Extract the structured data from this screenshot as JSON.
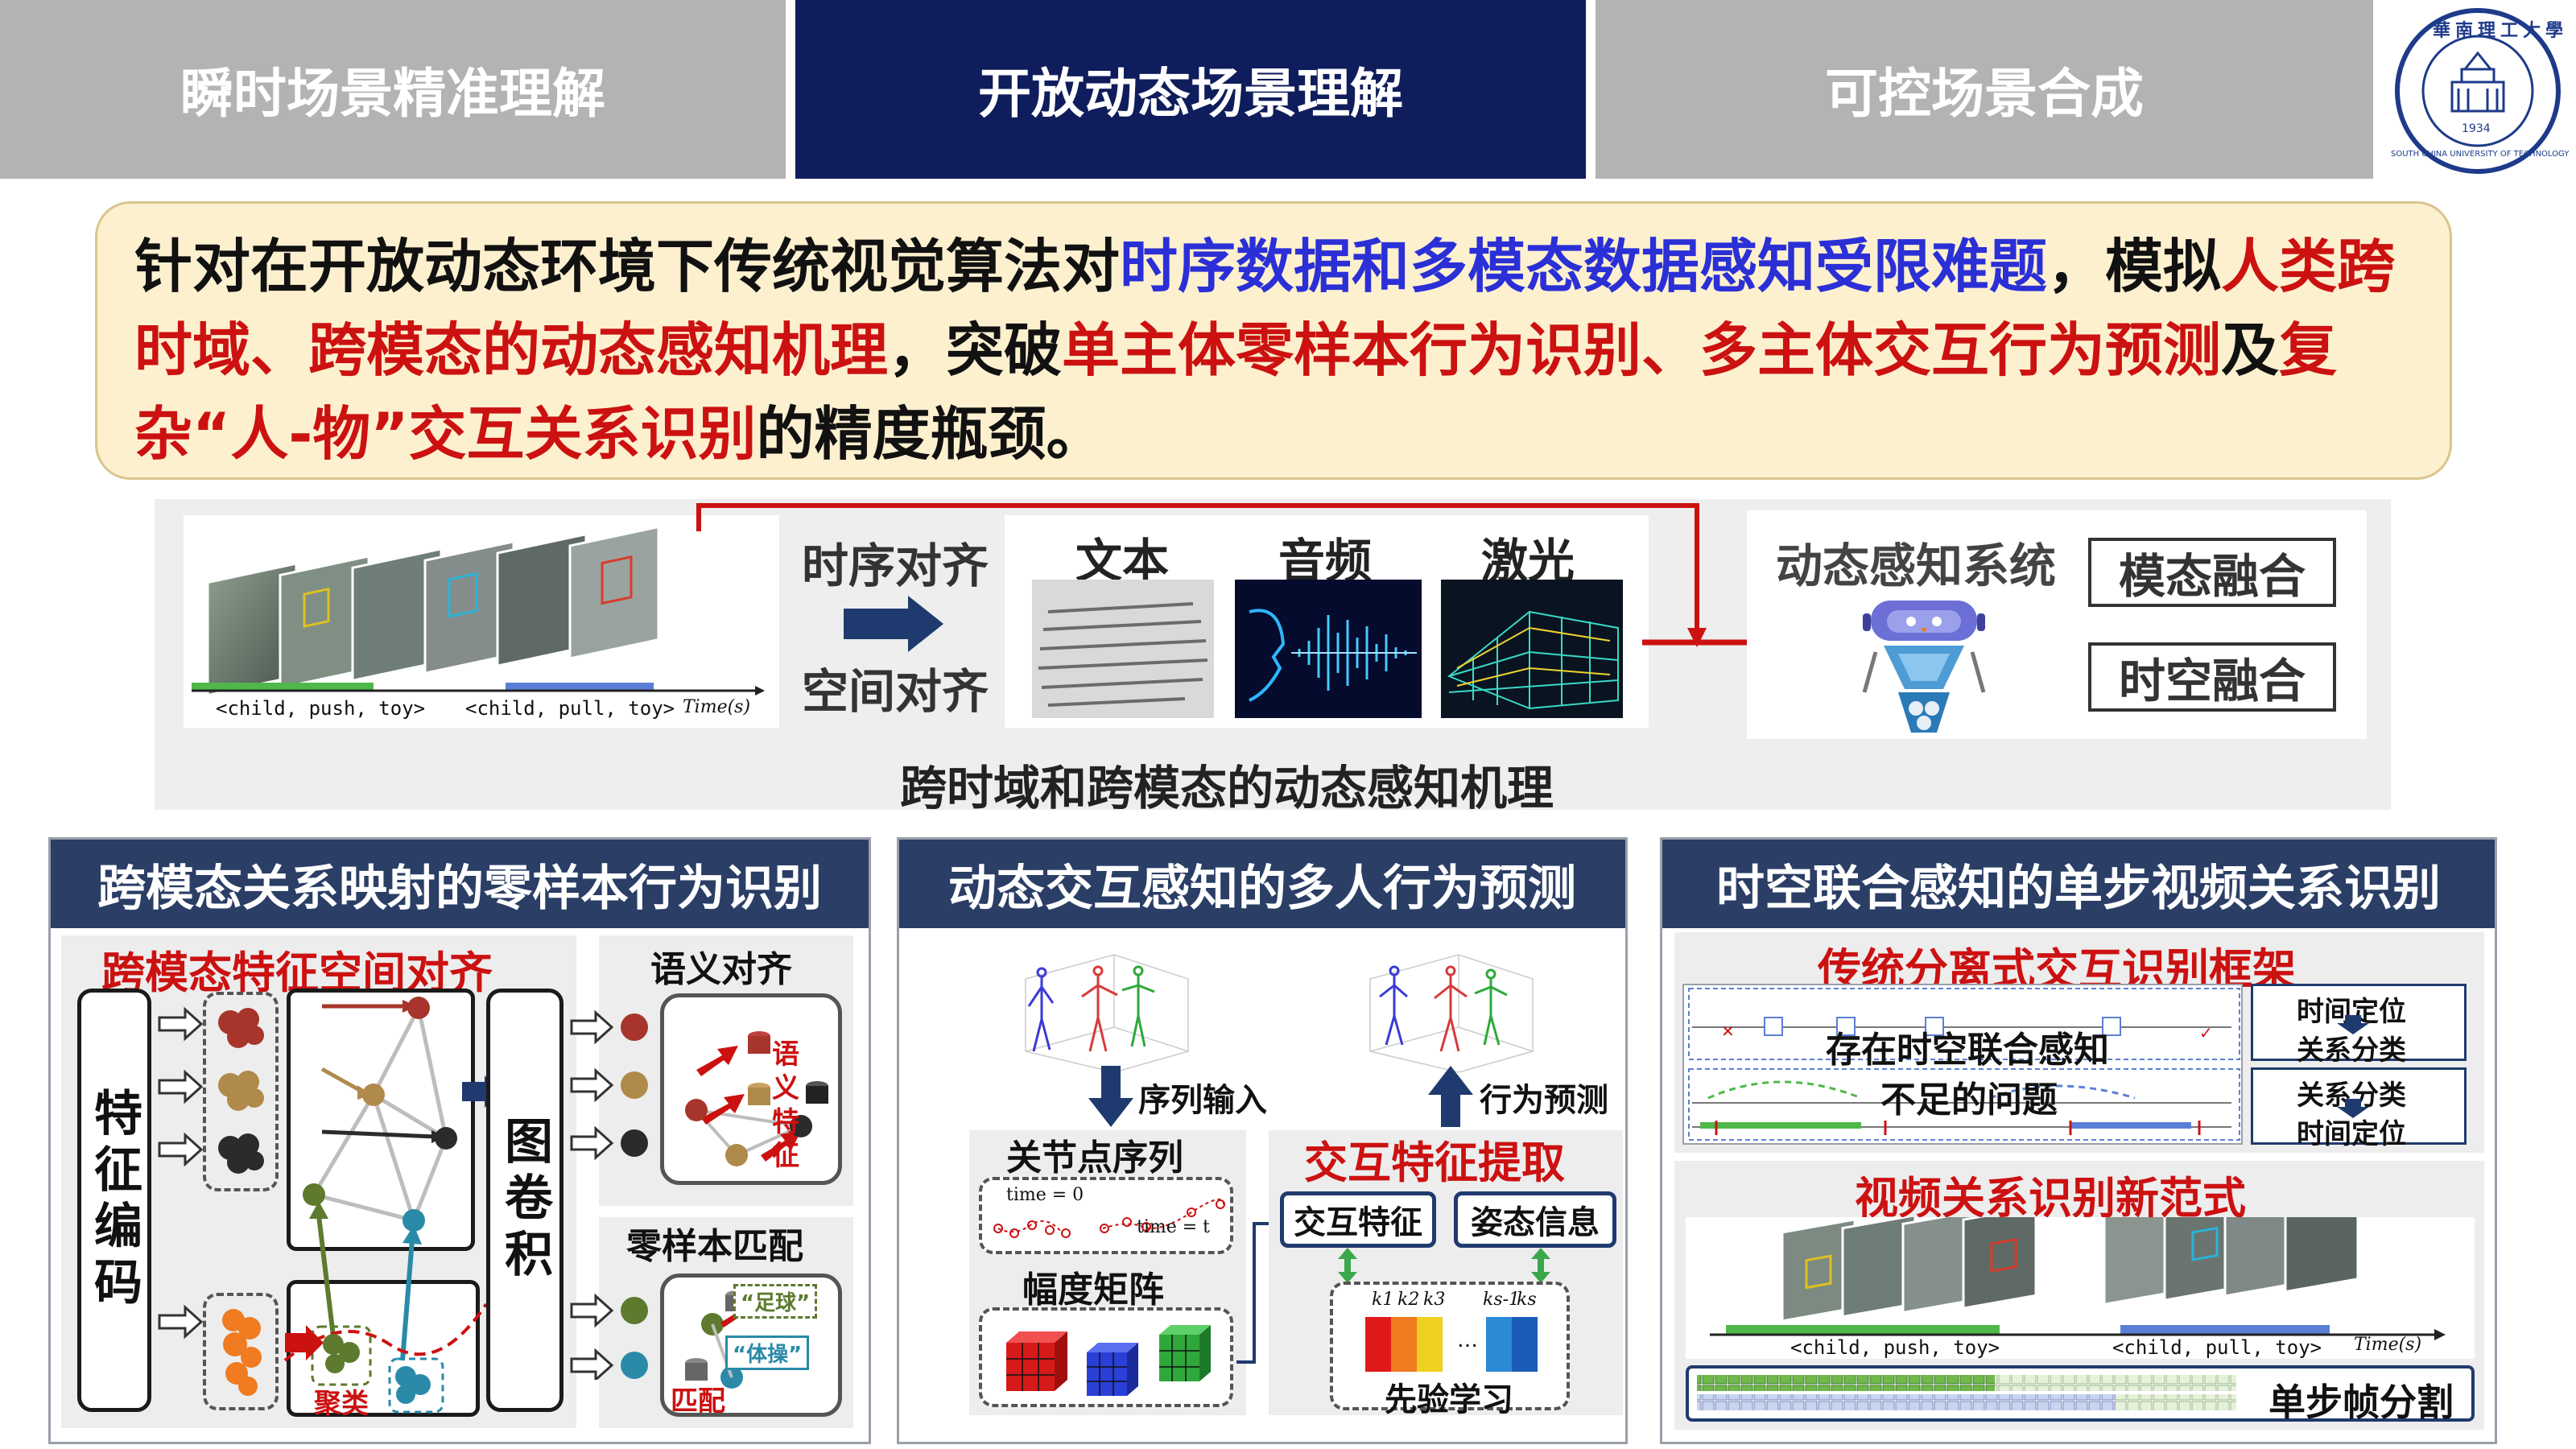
{
  "tabs": [
    {
      "label": "瞬时场景精准理解",
      "active": false
    },
    {
      "label": "开放动态场景理解",
      "active": true
    },
    {
      "label": "可控场景合成",
      "active": false
    }
  ],
  "logo": {
    "text": "SOUTH CHINA UNIVERSITY OF TECHNOLOGY",
    "year": "1934",
    "name_cn": "華南理工大學"
  },
  "intro": {
    "p1": "针对在开放动态环境下传统视觉算法对",
    "p2": "时序数据和多模态数据感知受限难题",
    "p3": "，模拟",
    "p4": "人类跨时域、跨模态的动态感知机理",
    "p5": "，突破",
    "p6": "单主体零样本行为识别、多主体交互行为预测",
    "p7": "及",
    "p8": "复杂“人-物”交互关系识别",
    "p9": "的精度瓶颈。"
  },
  "mechanism": {
    "caption": "跨时域和跨模态的动态感知机理",
    "timeline_label_1": "<child, push, toy>",
    "timeline_label_2": "<child, pull, toy>",
    "time_axis": "Time(s)",
    "temporal_align": "时序对齐",
    "spatial_align": "空间对齐",
    "modal_text": "文本",
    "modal_audio": "音频",
    "modal_laser": "激光",
    "system_title": "动态感知系统",
    "fusion_modal": "模态融合",
    "fusion_spatiotemporal": "时空融合"
  },
  "panel1": {
    "title": "跨模态关系映射的零样本行为识别",
    "sub": "跨模态特征空间对齐",
    "feature_encode": "特征编码",
    "graph_conv": "图卷积",
    "semantic_align": "语义对齐",
    "semantic_feature": "语义特征",
    "cluster": "聚类",
    "zero_shot": "零样本匹配",
    "match": "匹配",
    "football": "“足球”",
    "gym": "“体操”"
  },
  "panel2": {
    "title": "动态交互感知的多人行为预测",
    "seq_input": "序列输入",
    "action_pred": "行为预测",
    "joint_seq": "关节点序列",
    "time0": "time = 0",
    "timet": "time = t",
    "amp_matrix": "幅度矩阵",
    "interaction_extract": "交互特征提取",
    "interaction_feature": "交互特征",
    "pose_info": "姿态信息",
    "prior_learn": "先验学习",
    "k_labels": [
      "k1",
      "k2",
      "k3",
      "…",
      "ks-1",
      "ks"
    ]
  },
  "panel3": {
    "title": "时空联合感知的单步视频关系识别",
    "traditional": "传统分离式交互识别框架",
    "problem_1": "存在时空联合感知",
    "problem_2": "不足的问题",
    "loc_1": "时间定位",
    "cls_1": "关系分类",
    "cls_2": "关系分类",
    "loc_2": "时间定位",
    "new_paradigm": "视频关系识别新范式",
    "label_1": "<child, push, toy>",
    "label_2": "<child, pull, toy>",
    "time_axis": "Time(s)",
    "single_step": "单步帧分割"
  },
  "colors": {
    "tab_active": "#0f1d5c",
    "tab_gray": "#b3b3b3",
    "panel_head": "#2a3e66",
    "highlight_blue": "#2b2fd6",
    "highlight_red": "#cc1111",
    "intro_bg": "#fdf0cf"
  }
}
